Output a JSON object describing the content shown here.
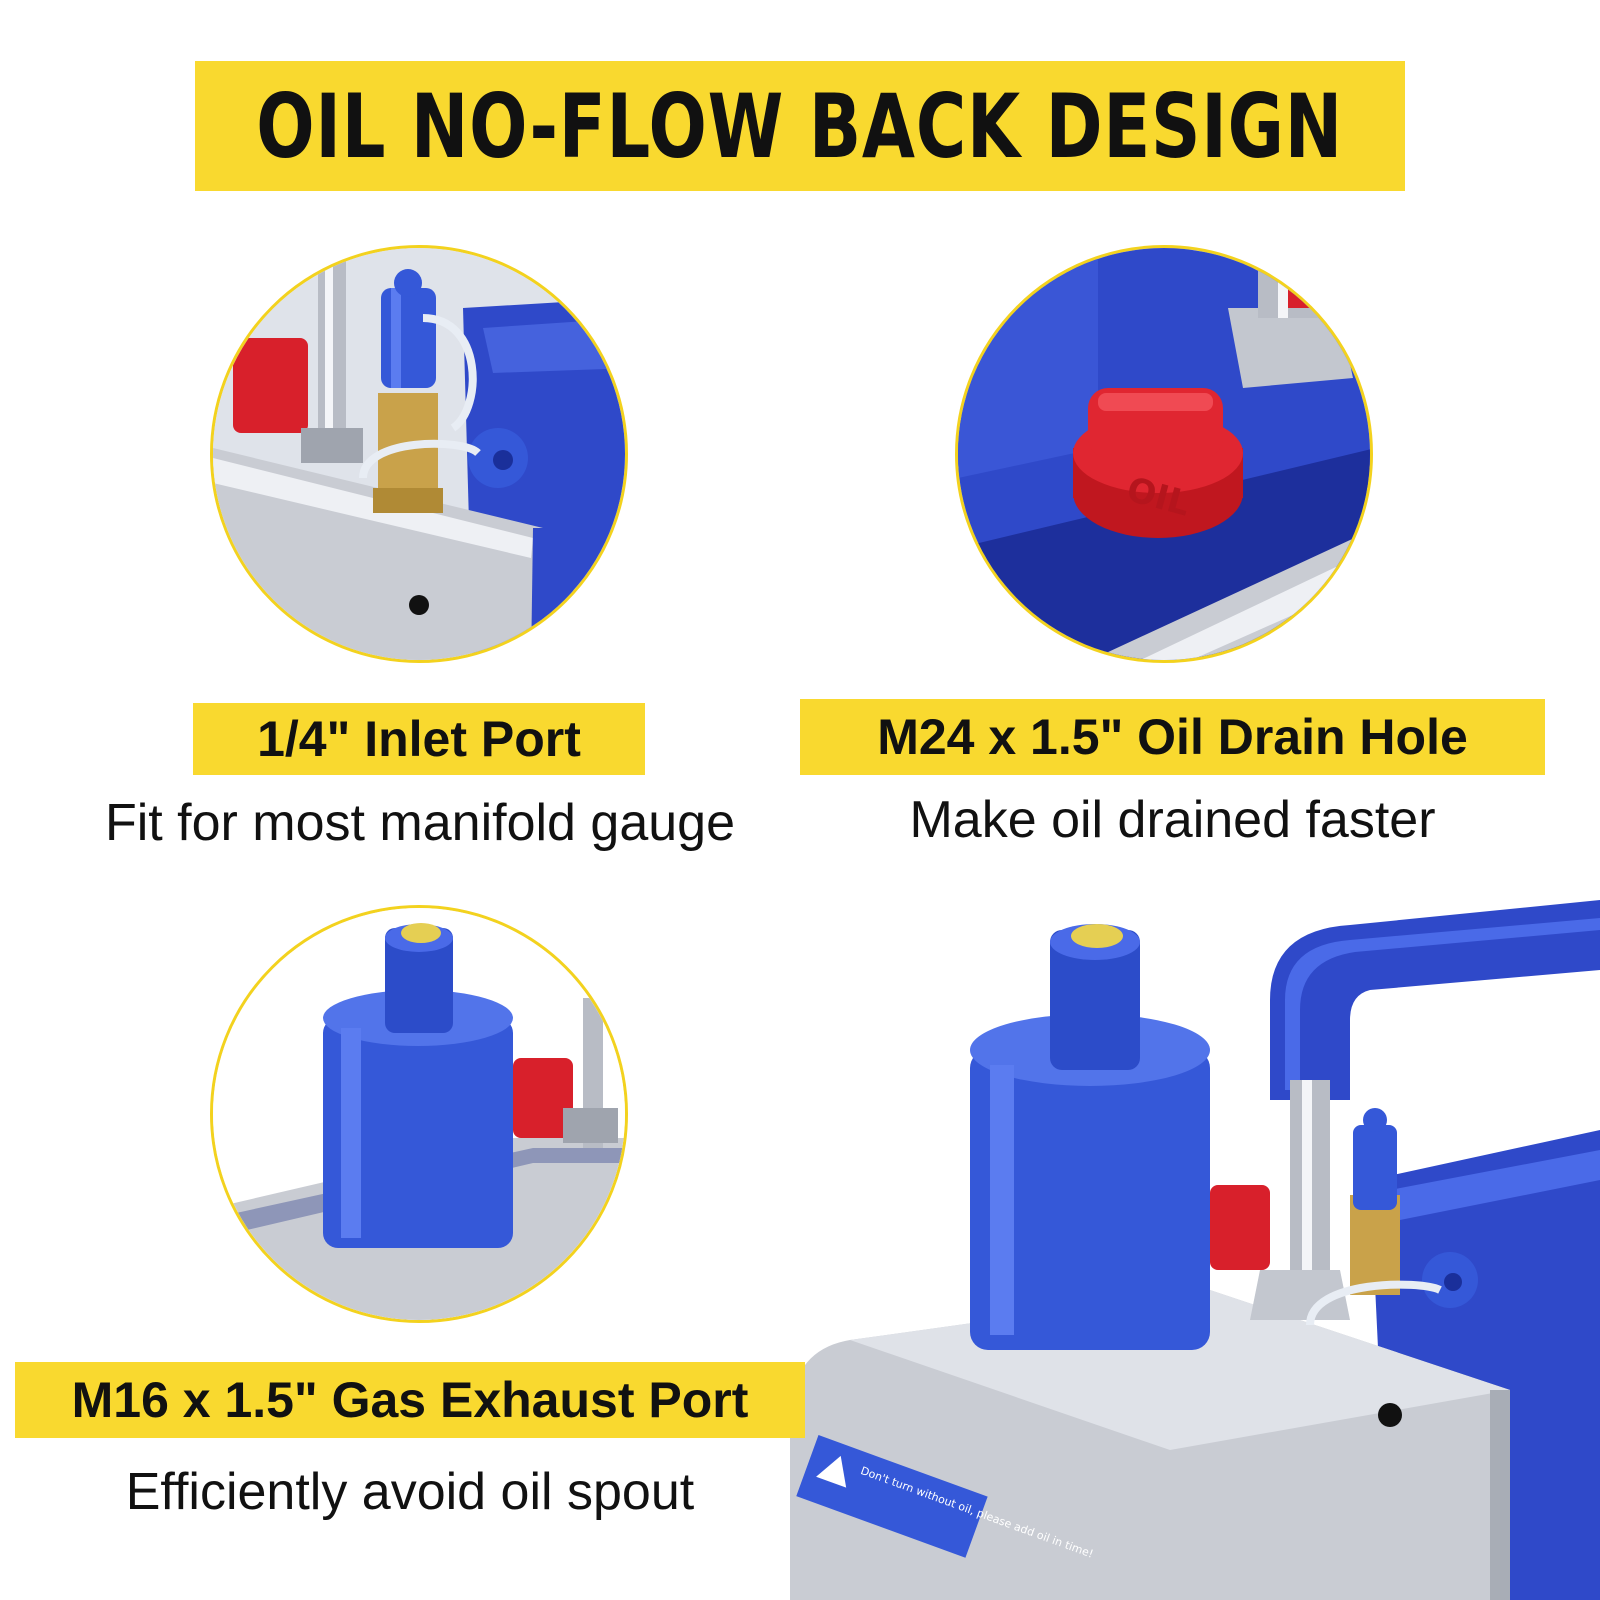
{
  "banner": {
    "title": "OIL NO-FLOW BACK DESIGN"
  },
  "features": [
    {
      "label": "1/4\" Inlet Port",
      "caption": "Fit for most manifold gauge"
    },
    {
      "label": "M24 x 1.5\" Oil Drain Hole",
      "caption": "Make oil drained faster"
    },
    {
      "label": "M16 x 1.5\" Gas Exhaust Port",
      "caption": "Efficiently avoid oil spout"
    }
  ],
  "images": {
    "oil_plug_text": "OIL",
    "warning_sticker": "Don't turn without oil, please add oil in time!"
  },
  "colors": {
    "accent_yellow": "#f9d92f",
    "pump_blue": "#2f49c9",
    "plug_red": "#d8202b",
    "metal": "#c9ccd3"
  }
}
